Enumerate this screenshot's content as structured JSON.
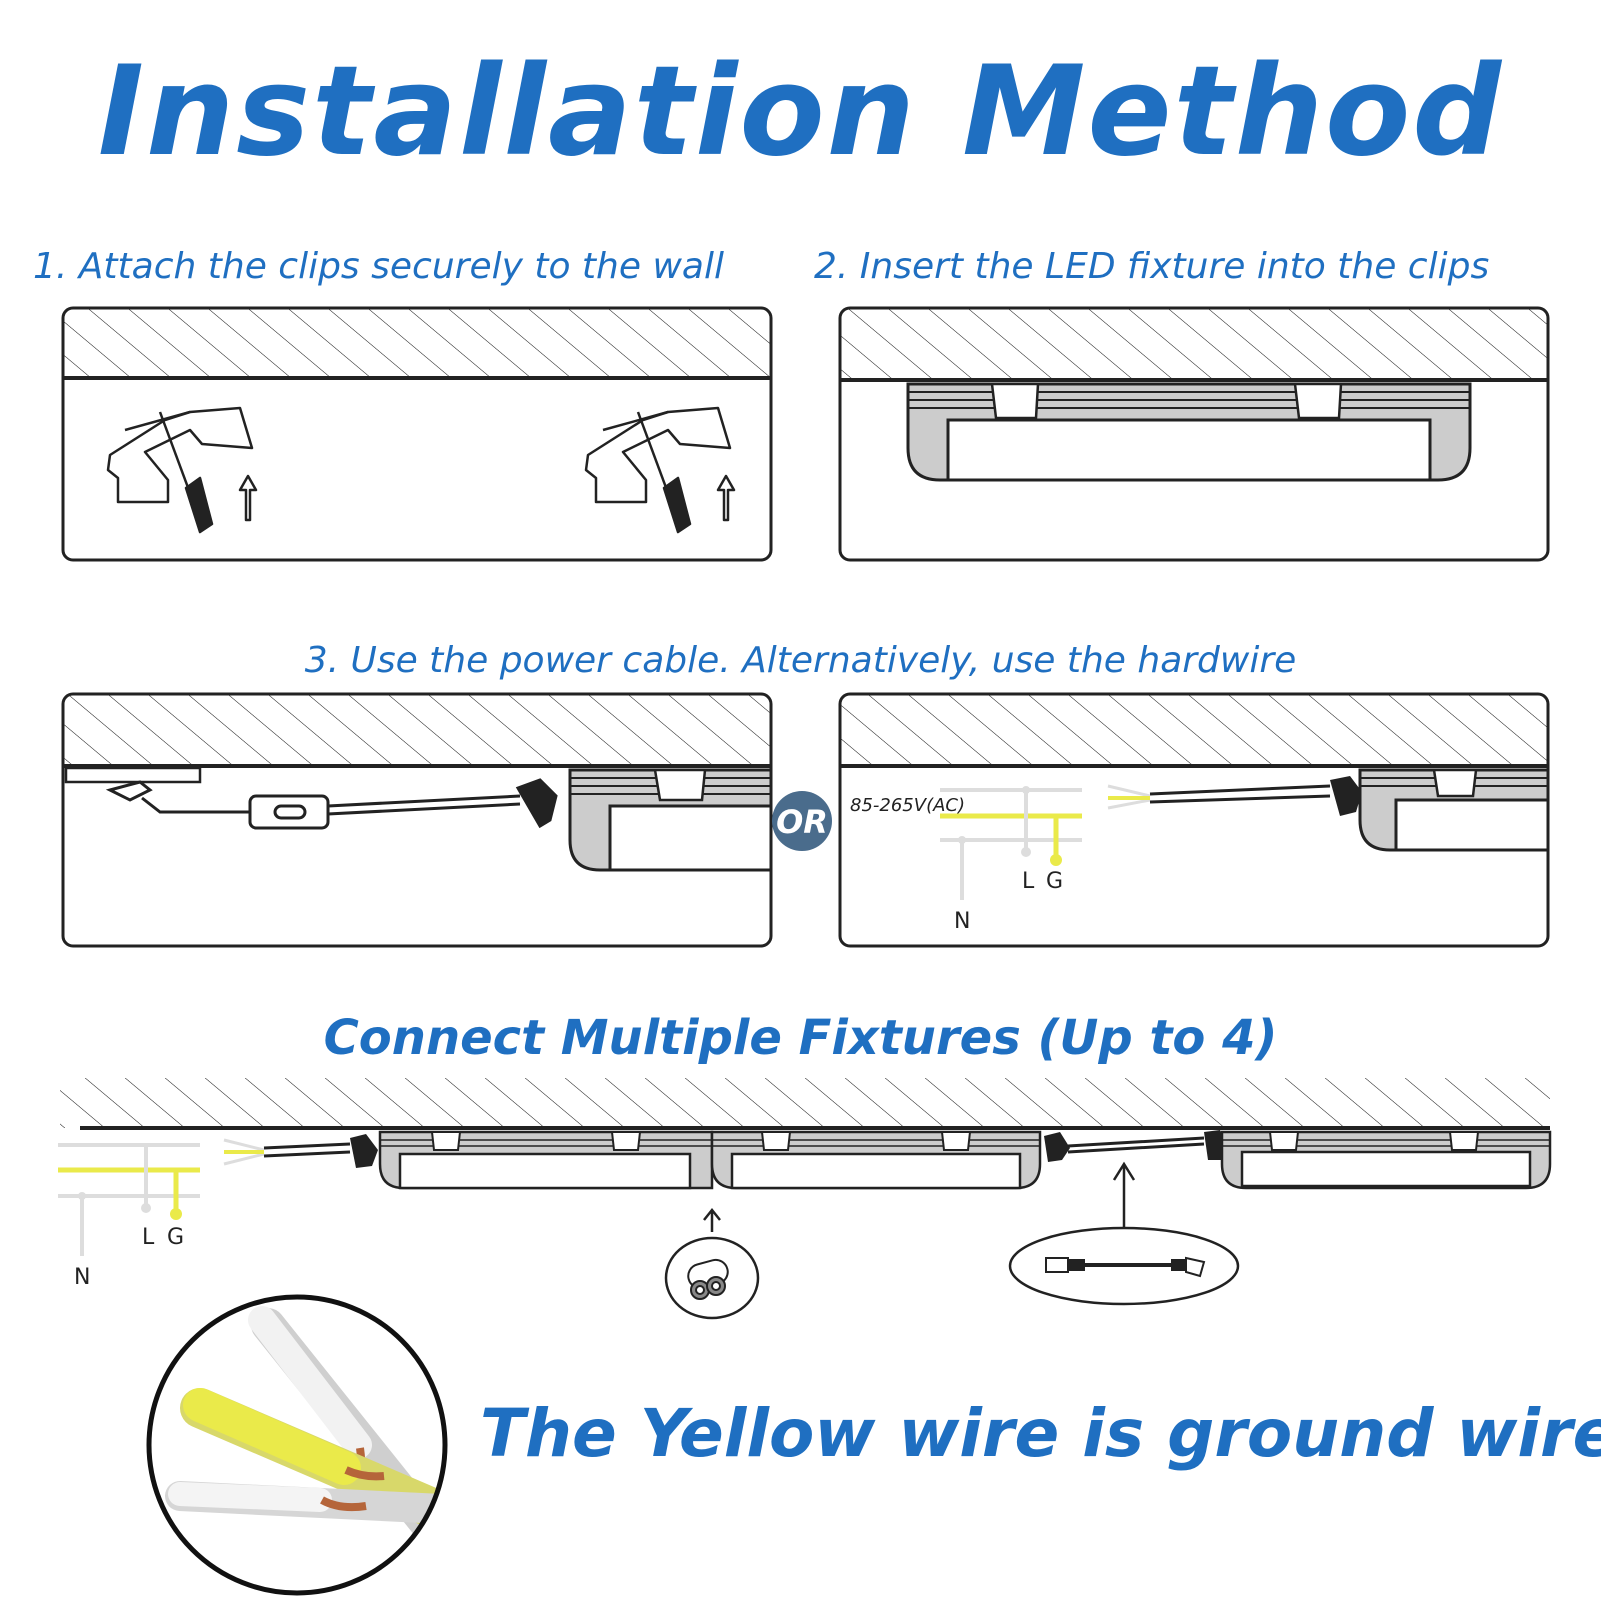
{
  "title": "Installation Method",
  "steps": {
    "step1": "1. Attach the clips securely to the wall",
    "step2": "2. Insert the LED fixture into the clips",
    "step3": "3. Use the power cable. Alternatively, use the hardwire"
  },
  "or_badge": "OR",
  "hardwire": {
    "voltage": "85-265V(AC)",
    "label_l": "L",
    "label_g": "G",
    "label_n": "N"
  },
  "connect": {
    "title": "Connect Multiple Fixtures (Up to 4)",
    "label_l": "L",
    "label_g": "G",
    "label_n": "N"
  },
  "ground_note": "The Yellow wire is ground wire",
  "colors": {
    "brand_blue": "#1f6fc1",
    "ground_yellow": "#eaea4a",
    "wire_white": "#dddddd",
    "fixture_gray": "#cccccc",
    "or_badge": "#4a6c8c"
  }
}
